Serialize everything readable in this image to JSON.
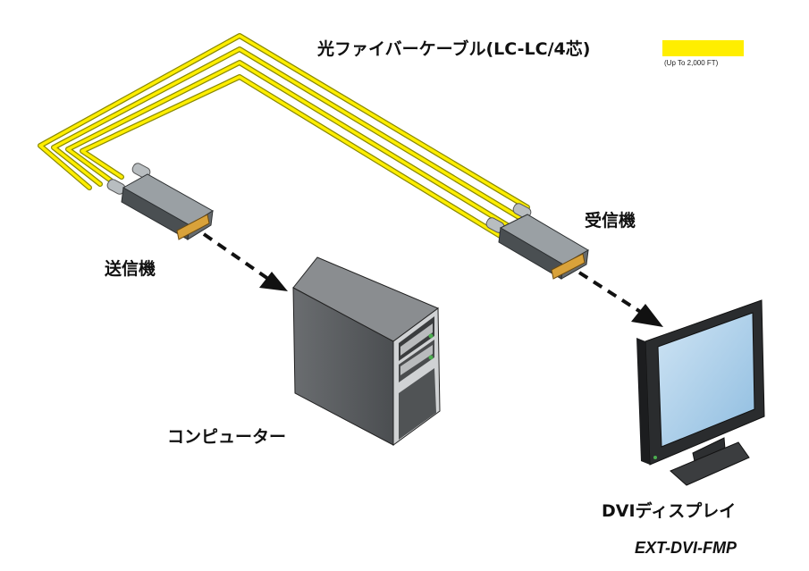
{
  "legend": {
    "title": "光ファイバーケーブル(LC-LC/4芯)",
    "note": "(Up To 2,000 FT)",
    "cable_color": "#ffee00"
  },
  "nodes": {
    "transmitter": "送信機",
    "receiver": "受信機",
    "computer": "コンピューター",
    "display": "DVIディスプレイ"
  },
  "model": "EXT-DVI-FMP",
  "colors": {
    "cable": "#ffee00",
    "module_body": "#5c6266",
    "connector": "#d9a23a",
    "monitor_screen": "#9fc8e6",
    "tower": "#5b5e61"
  }
}
